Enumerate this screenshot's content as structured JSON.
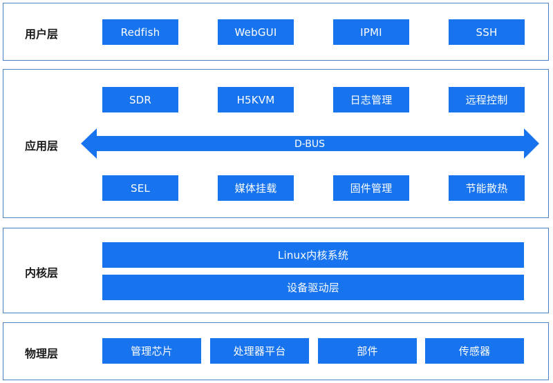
{
  "layers": {
    "user": {
      "label": "用户层",
      "items": [
        "Redfish",
        "WebGUI",
        "IPMI",
        "SSH"
      ]
    },
    "application": {
      "label": "应用层",
      "top_items": [
        "SDR",
        "H5KVM",
        "日志管理",
        "远程控制"
      ],
      "bus_label": "D-BUS",
      "bottom_items": [
        "SEL",
        "媒体挂载",
        "固件管理",
        "节能散热"
      ]
    },
    "kernel": {
      "label": "内核层",
      "items": [
        "Linux内核系统",
        "设备驱动层"
      ]
    },
    "physical": {
      "label": "物理层",
      "items": [
        "管理芯片",
        "处理器平台",
        "部件",
        "传感器"
      ]
    }
  },
  "colors": {
    "box": "#1874ee",
    "border": "#4a7fc4",
    "text": "#1a1a1a"
  }
}
